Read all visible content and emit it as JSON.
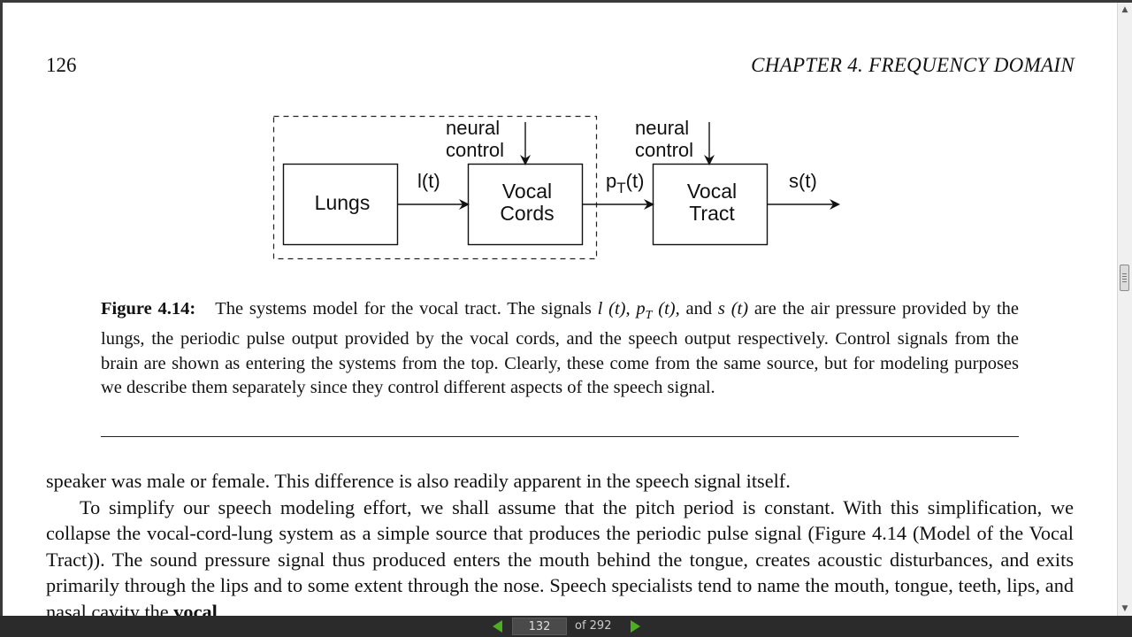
{
  "page_header": {
    "page_number": "126",
    "chapter": "CHAPTER 4.   FREQUENCY DOMAIN"
  },
  "diagram": {
    "blocks": {
      "lungs": "Lungs",
      "vocal_cords_line1": "Vocal",
      "vocal_cords_line2": "Cords",
      "vocal_tract_line1": "Vocal",
      "vocal_tract_line2": "Tract"
    },
    "neural_control_1": [
      "neural",
      "control"
    ],
    "neural_control_2": [
      "neural",
      "control"
    ],
    "signals": {
      "l": "l(t)",
      "p_main": "p",
      "p_sub": "T",
      "p_tail": "(t)",
      "s": "s(t)"
    }
  },
  "caption": {
    "label": "Figure 4.14:",
    "part1": "The systems model for the vocal tract.  The signals ",
    "sig_l": "l (t)",
    "sep1": ", ",
    "sig_p": "p",
    "sig_p_sub": "T",
    "sig_p_tail": " (t)",
    "sep2": ", and ",
    "sig_s": "s (t)",
    "part2": " are the air pressure provided by the lungs, the periodic pulse output provided by the vocal cords, and the speech output respectively.  Control signals from the brain are shown as entering the systems from the top.  Clearly, these come from the same source, but for modeling purposes we describe them separately since they control different aspects of the speech signal."
  },
  "body": {
    "p1": "speaker was male or female. This difference is also readily apparent in the speech signal itself.",
    "p2": "To simplify our speech modeling effort, we shall assume that the pitch period is constant.  With this simplification, we collapse the vocal-cord-lung system as a simple source that produces the periodic pulse signal (Figure 4.14 (Model of the Vocal Tract)). The sound pressure signal thus produced enters the mouth behind the tongue, creates acoustic disturbances, and exits primarily through the lips and to some extent through the nose. Speech specialists tend to name the mouth, tongue, teeth, lips, and nasal cavity the ",
    "p2_bold": "vocal"
  },
  "viewer": {
    "current_page": "132",
    "of_label": "of  292",
    "prev_icon": "triangle-left-icon",
    "next_icon": "triangle-right-icon",
    "arrow_color": "#4caf1f"
  }
}
